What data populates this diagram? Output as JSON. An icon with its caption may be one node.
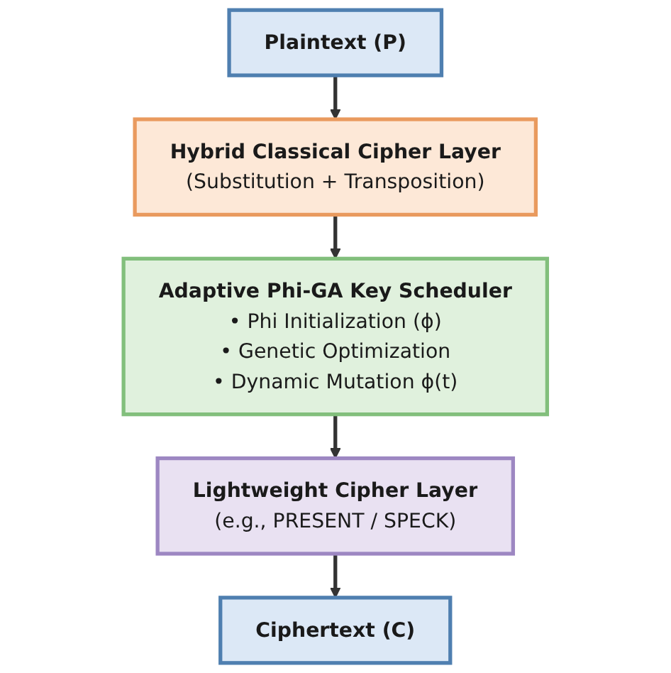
{
  "diagram": {
    "nodes": [
      {
        "text": [
          "Plaintext (P)"
        ]
      },
      {
        "text": [
          "Hybrid Classical Cipher Layer",
          "(Substitution + Transposition)"
        ]
      },
      {
        "text": [
          "Adaptive Phi-GA Key Scheduler",
          "• Phi Initialization (ϕ)",
          "• Genetic Optimization",
          "• Dynamic Mutation ϕ(t)"
        ]
      },
      {
        "text": [
          "Lightweight Cipher Layer",
          "(e.g., PRESENT / SPECK)"
        ]
      },
      {
        "text": [
          "Ciphertext (C)"
        ]
      }
    ],
    "edges": [
      {
        "from": 0,
        "to": 1,
        "arrow": "to"
      },
      {
        "from": 1,
        "to": 2,
        "arrow": "to"
      },
      {
        "from": 2,
        "to": 3,
        "arrow": "to"
      },
      {
        "from": 3,
        "to": 4,
        "arrow": "to"
      }
    ]
  }
}
